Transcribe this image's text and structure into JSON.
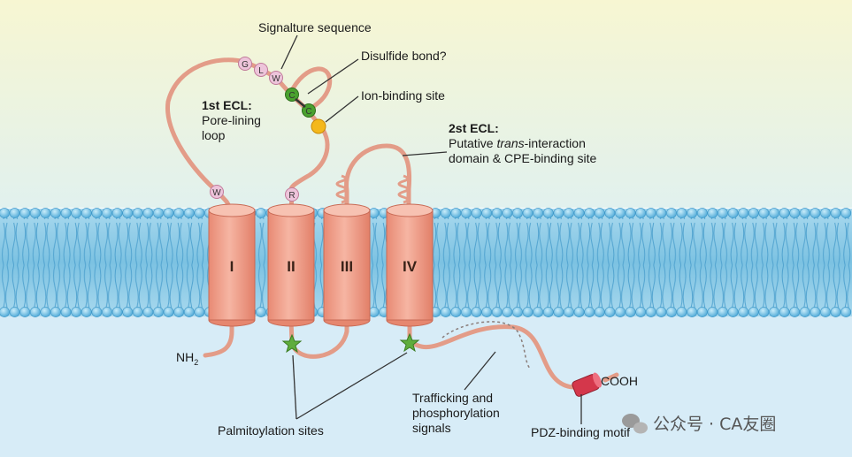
{
  "labels": {
    "signature": "Signalture sequence",
    "disulfide": "Disulfide bond?",
    "ion_binding": "Ion-binding site",
    "ecl1_title": "1st ECL:",
    "ecl1_line1": "Pore-lining",
    "ecl1_line2": "loop",
    "ecl2_title": "2st ECL:",
    "ecl2_line1_a": "Putative ",
    "ecl2_line1_b": "trans",
    "ecl2_line1_c": "-interaction",
    "ecl2_line2": "domain & CPE-binding site",
    "nh2": "NH",
    "nh2_sub": "2",
    "cooh": "COOH",
    "palmitoylation": "Palmitoylation sites",
    "trafficking_1": "Trafficking and",
    "trafficking_2": "phosphorylation",
    "trafficking_3": "signals",
    "pdz": "PDZ-binding motif"
  },
  "helices": [
    "I",
    "II",
    "III",
    "IV"
  ],
  "residues": {
    "g": "G",
    "l": "L",
    "w1": "W",
    "c1": "C",
    "c2": "C",
    "w2": "W",
    "r": "R"
  },
  "watermark": "公众号 · CA友圈",
  "colors": {
    "membrane": "#8fcde6",
    "lipid_head": "#5eb3dc",
    "helix": "#f1a28e",
    "helix_top": "#f7c2b2",
    "cytoplasm": "#d7ecf7",
    "extracellular_top": "#f7f6d2",
    "cysteine": "#4aa12f",
    "ion_site": "#f4b81c",
    "residue_pink": "#edc4da",
    "palmitoyl_star": "#5fad3c",
    "pdz_motif": "#d4374b"
  }
}
